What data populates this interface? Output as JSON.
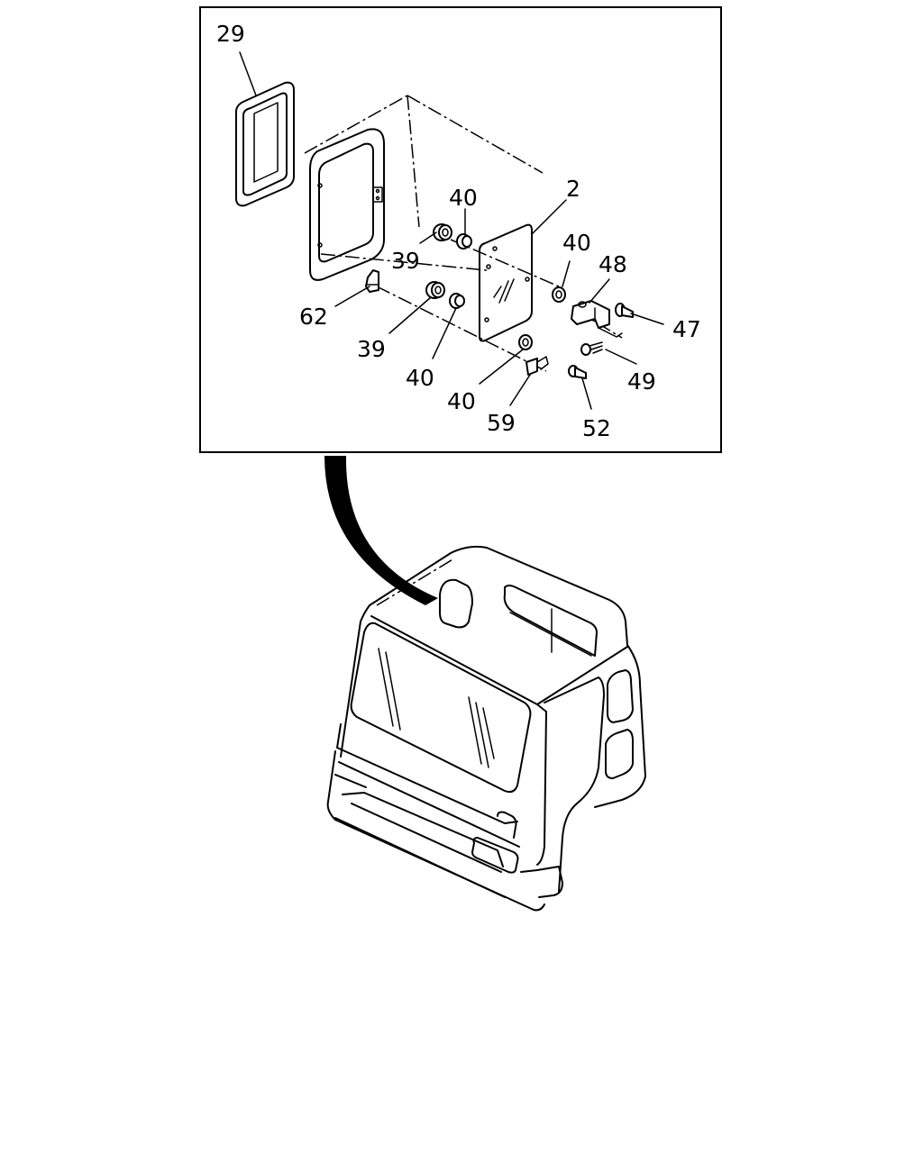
{
  "diagram": {
    "callouts": [
      {
        "key": "c29",
        "text": "29"
      },
      {
        "key": "c40a",
        "text": "40"
      },
      {
        "key": "c2",
        "text": "2"
      },
      {
        "key": "c40b",
        "text": "40"
      },
      {
        "key": "c39a",
        "text": "39"
      },
      {
        "key": "c48",
        "text": "48"
      },
      {
        "key": "c47",
        "text": "47"
      },
      {
        "key": "c62",
        "text": "62"
      },
      {
        "key": "c39b",
        "text": "39"
      },
      {
        "key": "c40c",
        "text": "40"
      },
      {
        "key": "c40d",
        "text": "40"
      },
      {
        "key": "c49",
        "text": "49"
      },
      {
        "key": "c59",
        "text": "59"
      },
      {
        "key": "c52",
        "text": "52"
      }
    ]
  }
}
